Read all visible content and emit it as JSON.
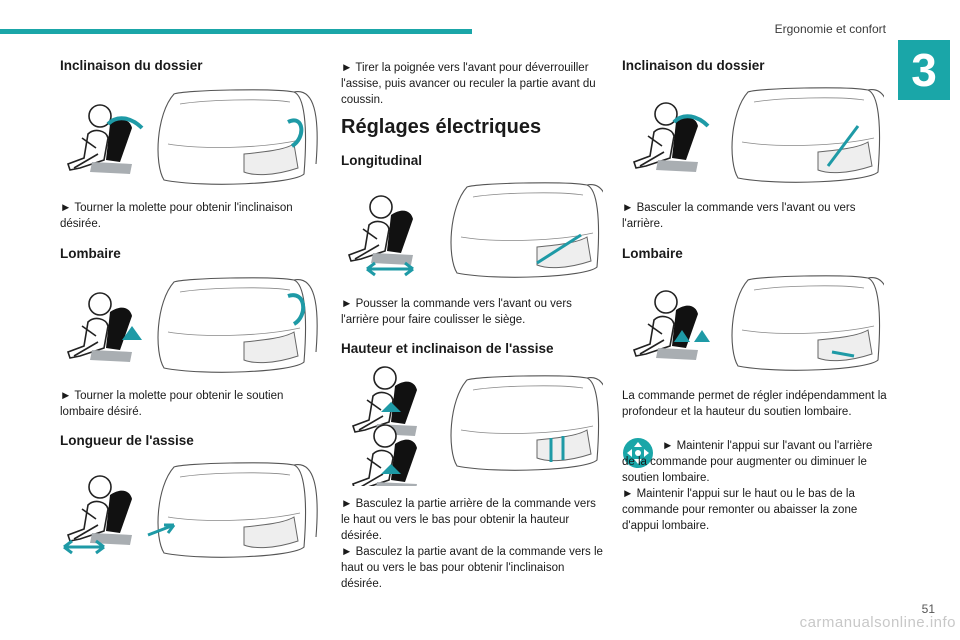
{
  "header": {
    "section_title": "Ergonomie et confort",
    "chapter_number": "3"
  },
  "col1": {
    "recline_title": "Inclinaison du dossier",
    "recline_text": "► Tourner la molette pour obtenir l'inclinaison désirée.",
    "lumbar_title": "Lombaire",
    "lumbar_text": "► Tourner la molette pour obtenir le soutien lombaire désiré.",
    "length_title": "Longueur de l'assise"
  },
  "col2": {
    "length_text": "► Tirer la poignée vers l'avant pour déverrouiller l'assise, puis avancer ou reculer la partie avant du coussin.",
    "electric_title": "Réglages électriques",
    "longitudinal_title": "Longitudinal",
    "longitudinal_text": "► Pousser la commande vers l'avant ou vers l'arrière pour faire coulisser le siège.",
    "height_title": "Hauteur et inclinaison de l'assise",
    "height_text_1": "► Basculez la partie arrière de la commande vers le haut ou vers le bas pour obtenir la hauteur désirée.",
    "height_text_2": "► Basculez la partie avant de la commande vers le haut ou vers le bas pour obtenir l'inclinaison désirée."
  },
  "col3": {
    "recline_title": "Inclinaison du dossier",
    "recline_text": "► Basculer la commande vers l'avant ou vers l'arrière.",
    "lumbar_title": "Lombaire",
    "lumbar_intro": "La commande permet de régler indépendamment la profondeur et la hauteur du soutien lombaire.",
    "lumbar_bullet_1": "► Maintenir l'appui sur l'avant ou l'arrière de la commande pour augmenter ou diminuer le soutien lombaire.",
    "lumbar_bullet_2": "► Maintenir l'appui sur le haut ou le bas de la commande pour remonter ou abaisser la zone d'appui lombaire."
  },
  "footer": {
    "page_number": "51",
    "watermark": "carmanualsonline.info"
  },
  "colors": {
    "accent": "#1aa6a8",
    "arrow": "#1e9aa6",
    "seat_grey": "#a9aeb2"
  }
}
